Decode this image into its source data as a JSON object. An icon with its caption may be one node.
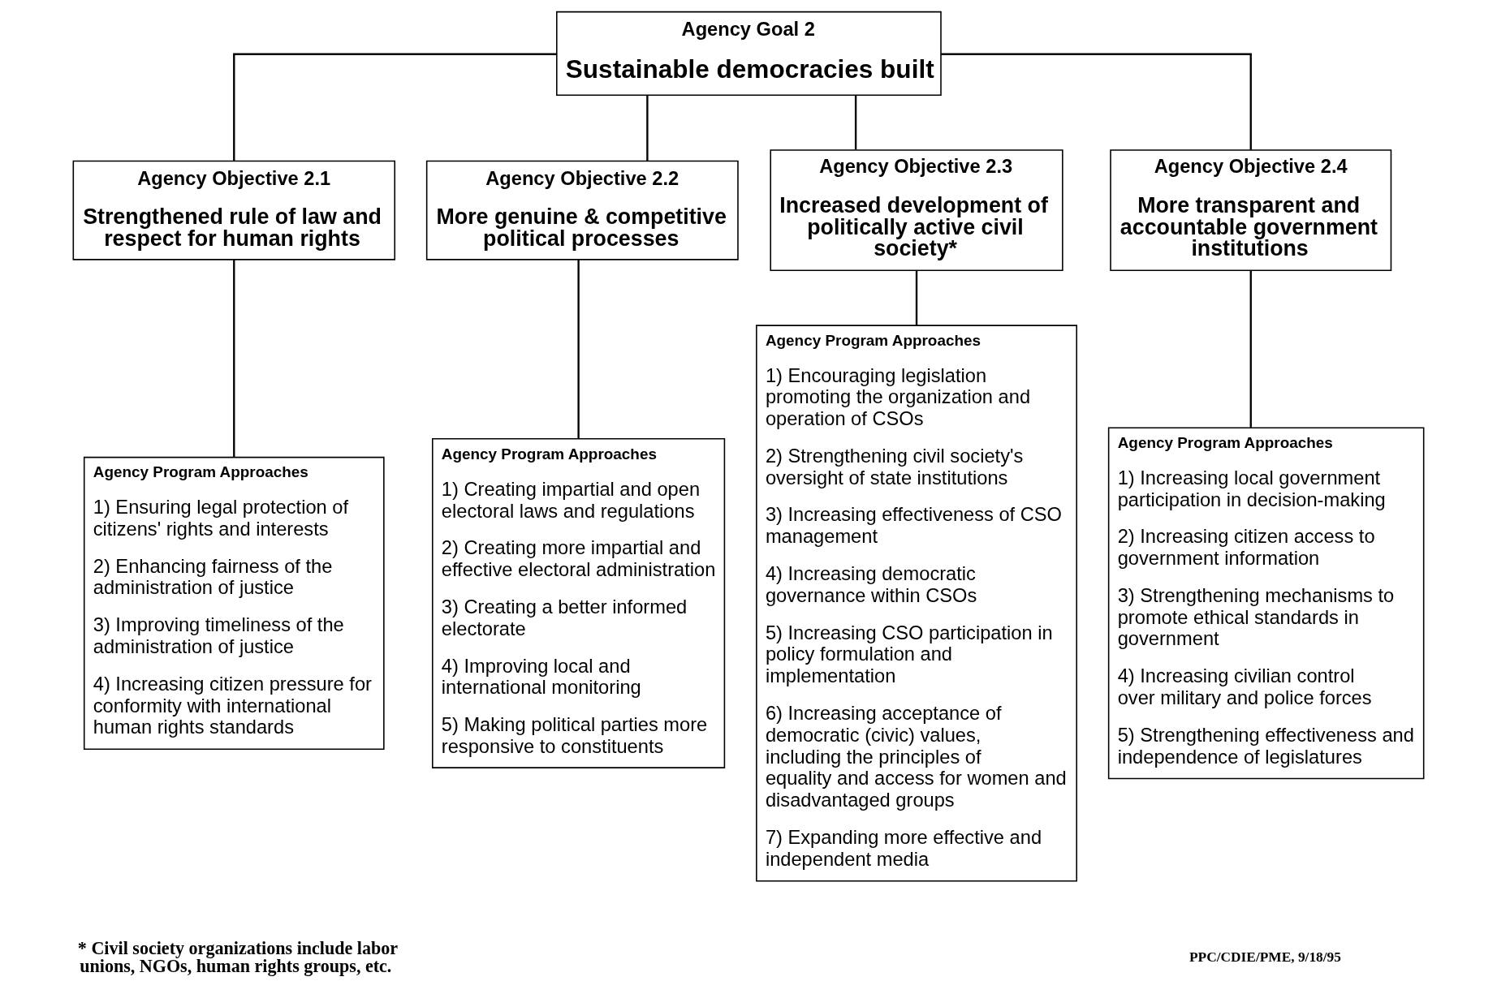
{
  "diagram": {
    "nodes": [
      {
        "text": [
          "Agency Goal 2",
          "Sustainable democracies built"
        ]
      },
      {
        "text": [
          "Agency Objective 2.1",
          "Strengthened rule of law and respect for human rights"
        ]
      },
      {
        "text": [
          "Agency Objective 2.2",
          "More genuine & competitive political processes"
        ]
      },
      {
        "text": [
          "Agency Objective 2.3",
          "Increased development of politically active civil society*"
        ]
      },
      {
        "text": [
          "Agency Objective 2.4",
          "More transparent and accountable government institutions"
        ]
      },
      {
        "text": [
          "Agency Program Approaches",
          "1) Ensuring legal protection of citizens' rights and interests",
          "2) Enhancing fairness of the administration of justice",
          "3) Improving timeliness of the administration of justice",
          "4) Increasing citizen pressure for conformity with international human rights standards"
        ]
      },
      {
        "text": [
          "Agency Program Approaches",
          "1) Creating impartial and open electoral laws and regulations",
          "2) Creating more impartial and effective electoral administration",
          "3) Creating a better informed electorate",
          "4) Improving local and international monitoring",
          "5) Making political parties more responsive to constituents"
        ]
      },
      {
        "text": [
          "Agency Program Approaches",
          "1) Encouraging legislation promoting the organization and operation of CSOs",
          "2) Strengthening civil society's oversight of state institutions",
          "3) Increasing effectiveness of CSO management",
          "4) Increasing democratic governance within CSOs",
          "5) Increasing CSO participation in policy formulation and implementation",
          "6) Increasing acceptance of democratic (civic) values, including the principles of equality and access for women and disadvantaged groups",
          "7) Expanding more effective and independent media"
        ]
      },
      {
        "text": [
          "Agency Program Approaches",
          "1) Increasing local government participation in decision-making",
          "2) Increasing citizen access to government information",
          "3) Strengthening mechanisms to promote ethical standards in government",
          "4) Increasing civilian control over military and police forces",
          "5) Strengthening effectiveness and independence of legislatures"
        ]
      }
    ],
    "edges": [
      {
        "from": 0,
        "to": 1,
        "arrow": "none"
      },
      {
        "from": 0,
        "to": 2,
        "arrow": "none"
      },
      {
        "from": 0,
        "to": 3,
        "arrow": "none"
      },
      {
        "from": 0,
        "to": 4,
        "arrow": "none"
      },
      {
        "from": 1,
        "to": 5,
        "arrow": "none"
      },
      {
        "from": 2,
        "to": 6,
        "arrow": "none"
      },
      {
        "from": 3,
        "to": 7,
        "arrow": "none"
      },
      {
        "from": 4,
        "to": 8,
        "arrow": "none"
      }
    ],
    "labels": [
      "* Civil society organizations include labor unions, NGOs, human rights groups, etc.",
      "PPC/CDIE/PME, 9/18/95"
    ]
  }
}
